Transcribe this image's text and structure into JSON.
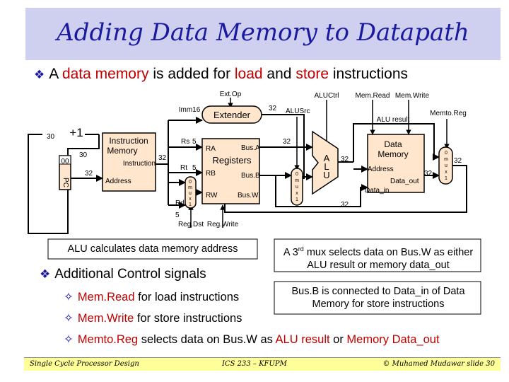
{
  "title": "Adding Data Memory to Datapath",
  "bullet1": {
    "pre": "A ",
    "hl1": "data memory",
    "mid": " is added for ",
    "hl2": "load",
    "mid2": " and ",
    "hl3": "store",
    "post": " instructions"
  },
  "diagram": {
    "extop": "Ext.Op",
    "aluctrl": "ALUCtrl",
    "memread": "Mem.Read",
    "memwrite": "Mem.Write",
    "imm16": "Imm16",
    "extender": "Extender",
    "n32_ext": "32",
    "alusrc": "ALUSrc",
    "aluresult": "ALU result",
    "memtoreg": "Memto.Reg",
    "n30a": "30",
    "plus1": "+1",
    "n30b": "30",
    "n00": "00",
    "pc": "PC",
    "n32_pc": "32",
    "imem_title": "Instruction Memory",
    "instruction": "Instruction",
    "address_i": "Address",
    "n32_instr": "32",
    "rs": "Rs",
    "n5_rs": "5",
    "rt": "Rt",
    "n5_rt": "5",
    "rd": "Rd",
    "n5_rd": "5",
    "ra": "RA",
    "rb": "RB",
    "rw": "RW",
    "registers": "Registers",
    "busa": "Bus.A",
    "busb": "Bus.B",
    "busw": "Bus.W",
    "n32_a": "32",
    "alu_letters": [
      "A",
      "L",
      "U"
    ],
    "n32_alu": "32",
    "mux_letters": [
      "0",
      "m",
      "u",
      "x",
      "1"
    ],
    "dmem_title": "Data Memory",
    "address_d": "Address",
    "dataout": "Data_out",
    "datain": "Data_in",
    "n32_dout": "32",
    "n32_busb": "32",
    "n32_w": "32",
    "regdst": "Reg.Dst",
    "regwrite": "Reg.Write"
  },
  "notes": {
    "alu_calc": "ALU calculates data memory address",
    "mux3_pre": "A 3",
    "mux3_sup": "rd",
    "mux3_post": " mux selects data on Bus.W as either ALU result or memory data_out",
    "busb_note": "Bus.B is connected to Data_in of Data Memory for store instructions"
  },
  "bullet2": "Additional Control signals",
  "subs": {
    "memread": {
      "hl": "Mem.Read",
      "rest": " for load instructions"
    },
    "memwrite": {
      "hl": "Mem.Write",
      "rest": " for store instructions"
    },
    "memtoreg": {
      "hl": "Memto.Reg",
      "mid": " selects data on Bus.W as ",
      "hl2": "ALU result",
      "mid2": " or ",
      "hl3": "Memory Data_out"
    }
  },
  "footer": {
    "left": "Single Cycle Processor Design",
    "center": "ICS 233 – KFUPM",
    "right": "© Muhamed Mudawar  slide 30"
  },
  "colors": {
    "accent": "#1a1aa0",
    "highlight": "#c00000",
    "title_bg": "#cfcfef",
    "block_fill": "#ffe6cc",
    "footer_bg": "#ffff99"
  }
}
